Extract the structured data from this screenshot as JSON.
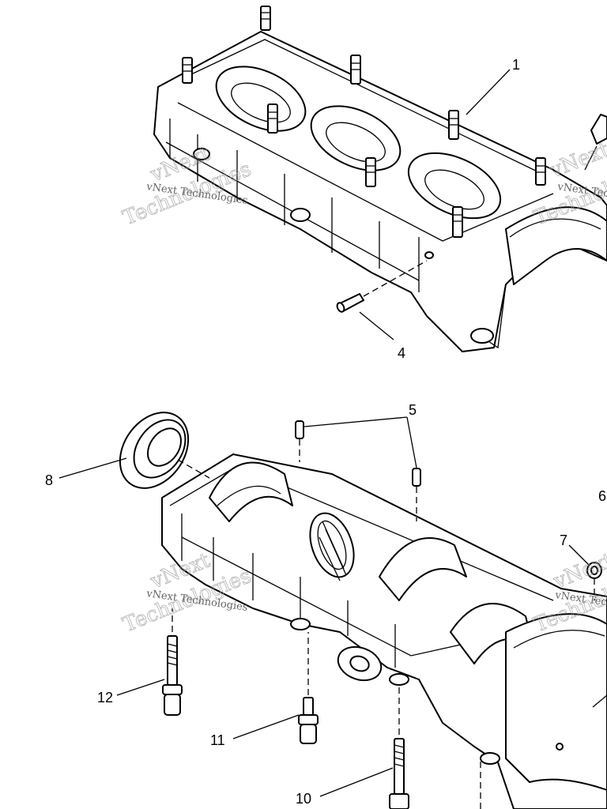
{
  "diagram": {
    "callouts": {
      "c1": "1",
      "c4": "4",
      "c5": "5",
      "c6": "6",
      "c7": "7",
      "c8": "8",
      "c10": "10",
      "c11": "11",
      "c12": "12"
    },
    "watermark": {
      "line1": "vNext",
      "line2": "Technologies",
      "full": "vNext Technologies"
    }
  }
}
